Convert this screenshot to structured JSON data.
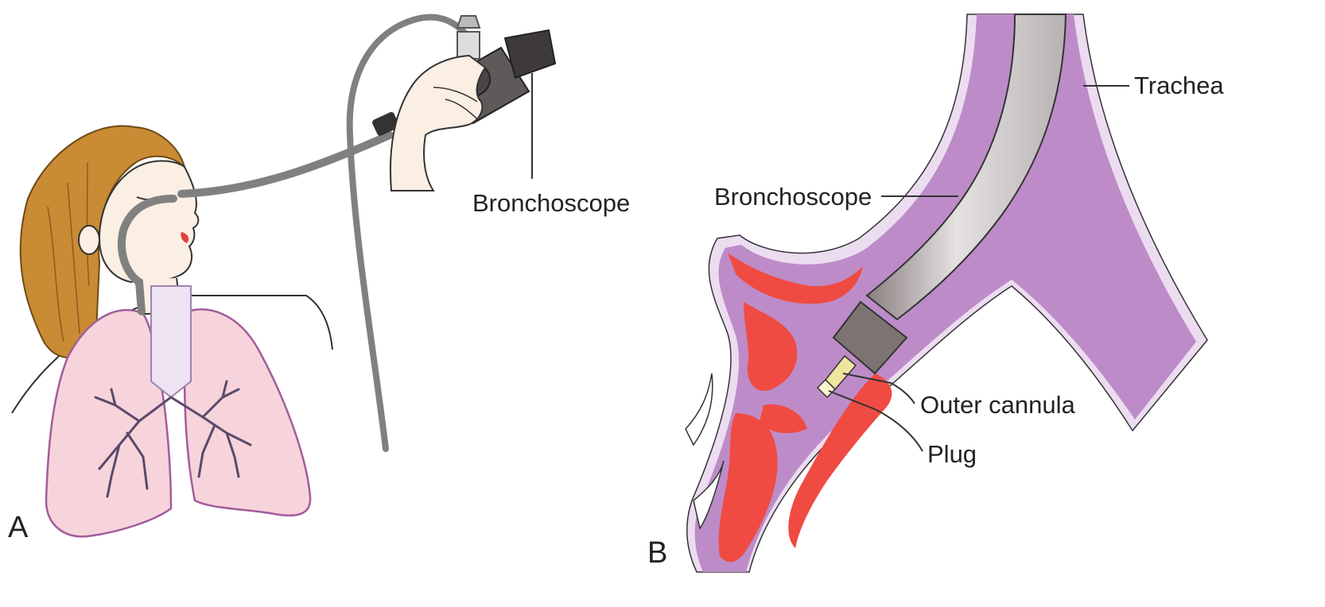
{
  "panels": {
    "a": {
      "letter": "A",
      "labels": {
        "bronchoscope": "Bronchoscope"
      }
    },
    "b": {
      "letter": "B",
      "labels": {
        "trachea": "Trachea",
        "bronchoscope": "Bronchoscope",
        "outer_cannula": "Outer cannula",
        "plug": "Plug"
      }
    }
  },
  "colors": {
    "airway_wall": "#bd8cc8",
    "airway_rim": "#ecdcf0",
    "tumor": "#ef4b43",
    "lung_fill": "#f7d4db",
    "lung_outline": "#a25c9b",
    "hair": "#c98b33",
    "skin": "#fbeee3",
    "scope_tube": "#808080"
  }
}
